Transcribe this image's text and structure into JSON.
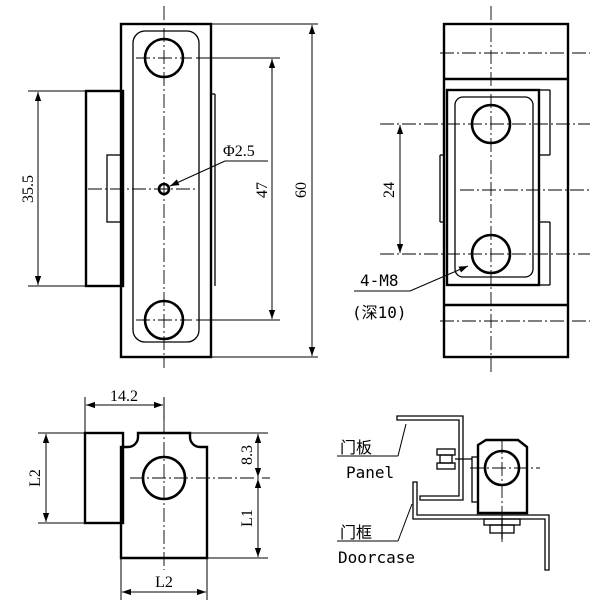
{
  "dimensions": {
    "d355": "35.5",
    "d47": "47",
    "d60": "60",
    "d24": "24",
    "d142": "14.2",
    "d83": "8.3",
    "dL1": "L1",
    "dL2v": "L2",
    "dL2h": "L2"
  },
  "callouts": {
    "hole_dia": "Φ2.5",
    "thread": "4-M8",
    "depth": "(深10)"
  },
  "assembly": {
    "panel_cn": "门板",
    "panel_en": "Panel",
    "doorcase_cn": "门框",
    "doorcase_en": "Doorcase"
  }
}
